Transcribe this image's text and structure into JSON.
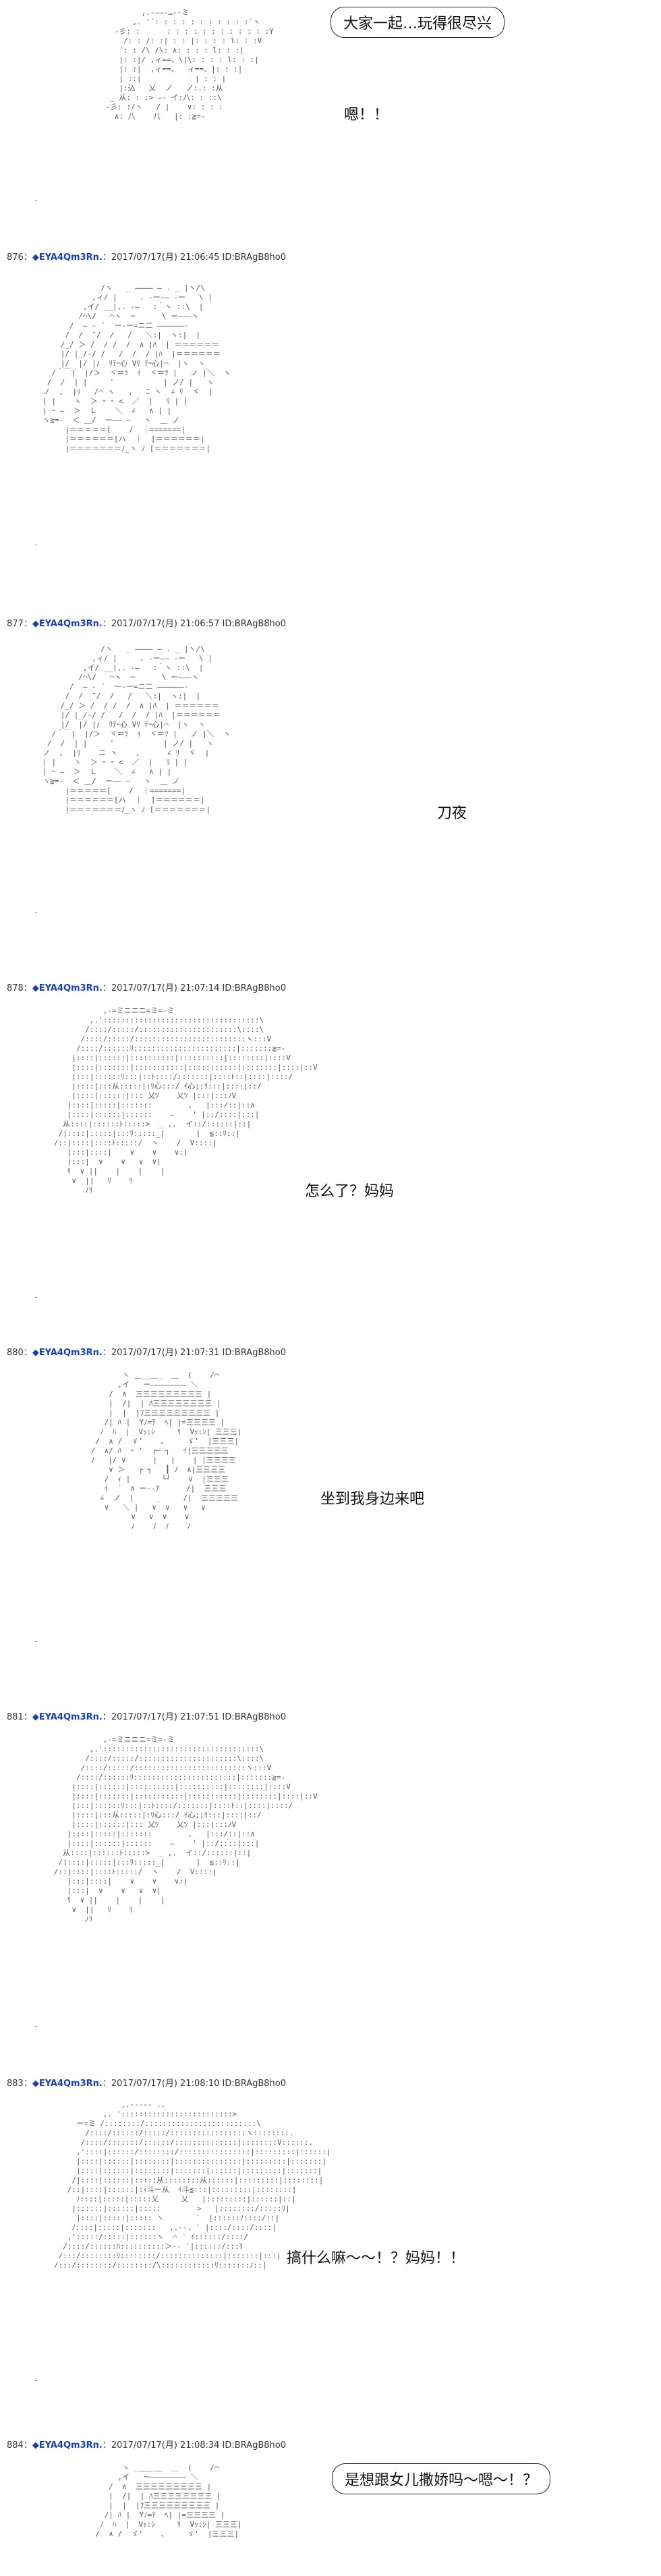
{
  "posts": [
    {
      "header": null,
      "text": "嗯！！",
      "bubble": "大家一起…玩得很尽兴",
      "art": "            ,.-――‐…‐-ミ\n          ,. '´: : : : : : : : : : :`ヽ\n      -彡: :      : : : : : : : : : : : :Y\n        /: : /: :| : : |: : : : l: : :V\n       ': : /\\ /\\: ∧: : : : l: : :|\n       |: :|/ ,ィ==、\\|\\: : : : l: : :|\n       |: :|  ,ィ==、  ィ==、|: : :|\n       | ::|            | : : |\n       |:込   乂  ノ   ノ:.: :从\n     _ 从: : :> ―‐ イ:八: : ::\\\n    -彡: :/ヽ   / |    ∨: : : :\n      ∧: 八    八   |: :≧=-"
    },
    {
      "header": {
        "num": "876：",
        "name": "◆EYA4Qm3Rn.",
        "meta": "：2017/07/17(月) 21:06:45 ID:BRAgB8ho0"
      },
      "text": "",
      "bubble": "",
      "art": "               /ヽ   _ ―――― ― . _ |ヽ/\\\n             ,ィ/ |     . -ー―― -ー   \\ |\n           ,イ/ __|,. -―   :｀ヽ ::\\  |\n          /⌒\\/   ⌒ヽ  ─      \\ ー―――ヽ\n        /  ― - ´  ー-ー=ニ二 ――――――‐\n       /  /  ̄ /  /   /   ＼:|  ヽ:|  |\n      /_/ ＞ /  / /  /  ∧ |ﾊ  | ＝＝＝＝＝＝\n      |/ |_/-/ /   /  /  / |ﾊ  |＝＝＝＝＝＝\n      |/  |/ |ﾉ  ﾘﾃｰ心 Vﾘ ﾃｰ心|⌒  |ヽ  ヽ\n    /＾￣|  |/＞  ヾ＝ﾂ  ｲ  ヾ＝ﾂ |   ノ |＼  ヽ\n   /  /  | |     '           | ノ/ |   ヽ\n  ノ  ,  |ﾘ   /⌒ ヽ   ,   ﾆ ヽ  ∠ ﾘ  ヾ  |\n  | |    ヽ  ＞ ｰ ｰ <  ／  |   ﾘ | |\n  | ｰ ―  ＞  Ｌ    ＼  ∠   ∧ | |\n  ヽ≧=‐  ＜ ＿/  ー―― ―   ヽ  ＿ ノ\n       |＝＝＝＝＝[    /  ｜=======|\n       |＝＝＝＝＝＝[ハ  ｜  [＝＝＝＝＝＝|\n       |＝＝＝＝＝＝＝ﾉ_ヽ ﾉ [＝＝＝＝＝＝＝|"
    },
    {
      "header": {
        "num": "877：",
        "name": "◆EYA4Qm3Rn.",
        "meta": "：2017/07/17(月) 21:06:57 ID:BRAgB8ho0"
      },
      "text": "刀夜",
      "bubble": "",
      "art": "               /ヽ   _ ―――― ― . _ |ヽ/\\\n             ,ィ/ |     . -ー―― -ー   \\ |\n           ,イ/ __|,. -―   :｀ヽ ::\\  |\n          /⌒\\/   ⌒ヽ  ─      \\ ー―――ヽ\n        /  ― - ´  ー-ー=ニ二 ――――――‐\n       /  /  ̄ /  /   /   ＼:|  ヽ:|  |\n      /_/ ＞ /  / /  /  ∧ |ﾊ  | ＝＝＝＝＝＝\n      |/ |_/-/ /   /  /  / |ﾊ  |＝＝＝＝＝＝\n      |/  |/ |ﾉ  ﾘﾃｰ心 Vﾘ ﾃｰ心|⌒  |ヽ  ヽ\n    /＾￣|  |/＞  ヾ＝ﾂ  ｲ  ヾ＝ﾂ |   ノ |＼  ヽ\n   /  /  | |     '           | ノ/ |   ヽ\n  ノ  ,  |ﾘ    ニ ヽ    ,      ∠ ﾘ  ヾ  |\n  | |    ヽ  ＞ ｰ ｰ <  ／  |   ﾘ | |\n  | ｰ ―  ＞  Ｌ    ＼  ∠   ∧ | |\n  ヽ≧=‐  ＜ ＿/  ー―― ―   ヽ  ＿ ノ\n       |＝＝＝＝＝[    /  ｜=======|\n       |＝＝＝＝＝＝[ハ  ｜  [＝＝＝＝＝＝|\n       |＝＝＝＝＝＝＝ﾉ_ヽ ﾉ [＝＝＝＝＝＝＝|"
    },
    {
      "header": {
        "num": "878：",
        "name": "◆EYA4Qm3Rn.",
        "meta": "：2017/07/17(月) 21:07:14 ID:BRAgB8ho0"
      },
      "text": "怎么了？妈妈",
      "bubble": "",
      "art": "              ,-=ミニニニ=ミ=-ミ\n           ,.':::::::::::::::::::::::::::::::::::\\\n          /::::/:::::/::::::::::::::::::::::\\::::\\\n         /::::/:::::/:::::::::::::::::::::::::ヽ:::V\n        /::::/::::::ﾘ:::::::::::::::::::::::|:::::::≧=-\n       |::::|::::::|::::::::::|::::::::::|::::::::|::::V\n       |::::|:::::::|:::::::::::|:::::::::::|::::::::|::::|::V\n       |:::|::::::ﾘ:::|::ﾄ::::/:::::::|::::ﾄ::|::::|::::/\n       |::::|:::从:::::|:ﾘ心:::/ ｲ心;;ﾘ:::|::::|::/\n       |::::|::::::|::: 乂ﾂ    乂ﾂ |:::|:::ﾉV\n      |::::|:::::|:::::::        ,   |:::/::|::∧\n      |::::|::::::|::::::    ―    ' |::/::::|:::|\n     从::::|::::::ﾄ:::::>  _ ,.  イ::/::::::|::|\n    /|::::|:::::|:::ﾘ:::::_|       |  ≦::ﾘ::|\n   /::|::::|::::ﾄ:::::/  ヽ    /  V::::|\n      |:::|::::|    ∨    ∨    ∨:|\n      |:::|  ∨    ∨   ∨  ∨|\n      ﾘ  ∨ ||    |    |    |\n       ∨  ||   ﾘ    ﾘ\n          ﾉﾘ"
    },
    {
      "header": {
        "num": "880：",
        "name": "◆EYA4Qm3Rn.",
        "meta": "：2017/07/17(月) 21:07:31 ID:BRAgB8ho0"
      },
      "text": "坐到我身边来吧",
      "bubble": "",
      "art": "             ヽ ＿__＿_  ＿  (    /⌒\n            ,イ   ー―――――――― ＼\n          /  ∧  三三三三三三三三三 |\n          |  /|  | ﾊ三三三三三三三三 |\n          |  |  |ﾌ三三三三三三三三三 |\n         /| ﾊ |  Yﾉ=ﾃ  ﾍ| |=三三三三 |\n        ﾉ  ﾊ  |  Vｯ:ｼ     ﾘ  Vｯ:ｼ| 三三三|\n       /  ∧ /  ゞ'    ､     ゞ'  |三三三|\n      /  ∧/ ﾊ  ｰ '  ┌─ ┐   ｲ|三三三三三\n      ﾉ   |/ ∨      |   |    | |三三三三\n          ∨ ＞   ┌ ┐   ┃ ﾉ  ∧|三三三三\n         /  ｨ |       └┘    ∨  |三三三\n         ｲ  ´  ∧ ー‐‐ｱ      /|  三三三\n        ∠  ノ  |     _     /|  三三三三三\n         ∨   ＼ |   ∨  ∨   ∨   ∨\n               ∨   ∨  ∨    ∨\n               ﾉ    ﾉ  ﾉ    ﾉ"
    },
    {
      "header": {
        "num": "881：",
        "name": "◆EYA4Qm3Rn.",
        "meta": "：2017/07/17(月) 21:07:51 ID:BRAgB8ho0"
      },
      "text": "",
      "bubble": "",
      "art": "              ,-=ミニニニ=ミ=-ミ\n           ,.':::::::::::::::::::::::::::::::::::\\\n          /::::/:::::/::::::::::::::::::::::\\::::\\\n         /::::/:::::/:::::::::::::::::::::::::ヽ:::V\n        /::::/::::::ﾘ:::::::::::::::::::::::|:::::::≧=-\n       |::::|::::::|::::::::::|::::::::::|::::::::|::::V\n       |::::|:::::::|:::::::::::|:::::::::::|::::::::|::::|::V\n       |:::|::::::ﾘ:::|::ﾄ::::/:::::::|::::ﾄ::|::::|::::/\n       |::::|:::从:::::|:ﾘ心:::/ ｲ心;;ﾘ:::|::::|::/\n       |::::|::::::|::: 乂ﾂ    乂ﾂ |:::|:::ﾉV\n      |::::|:::::|:::::::        ,   |:::/::|::∧\n      |::::|::::::|::::::    ―    ' |::/::::|:::|\n     从::::|::::::ﾄ:::::>  _ ,.  イ::/::::::|::|\n    /|::::|:::::|:::ﾘ:::::_|       |  ≦::ﾘ::|\n   /::|::::|::::ﾄ:::::/  ヽ    /  V::::|\n      |:::|::::|    ∨    ∨    ∨:|\n      |:::|  ∨    ∨   ∨  ∨|\n      ﾘ  ∨ ||    |    |    |\n       ∨  ||   ﾘ    ﾘ\n          ﾉﾘ"
    },
    {
      "header": {
        "num": "883：",
        "name": "◆EYA4Qm3Rn.",
        "meta": "：2017/07/17(月) 21:08:10 ID:BRAgB8ho0"
      },
      "text": "搞什么嘛～～！？妈妈！！",
      "bubble": "",
      "art": "                  ,.--‐‐- ..\n              ,. ':::::::::::::::::::::::::>\n        ー=ミ /::::::::/:::::::::::::::::::::::::\\\n          /::::/::::::/:::::/:::::::::::::::::ヽ::::::::.\n         /::::/:::::::/::::::/::::::::::::::|::::::::V::::::.\n        ,'::::|::::::/::::::::/::::::::::::::::|:::::::::|::::::|\n        |::::|::::::|::::::::|:::::::::::::::|:::::::::|:::::::|\n        |::::|::::::|::::::::|:::::::|::::::|:::::::::|:::::::|\n       /|::::|::::::|:::::从::::::::从::::::|:::::::::|::::::::|\n      /::|::::|::::::|:ｨ斗ー从  ｲ斗≦:::|:::::::::|::::::::|\n        ﾉ::::|:::::|:::::乂     乂   |:::::::::|::::::|::|\n       |::::::|::::::|:::::        >   |::::::::/:::::ﾘ|\n        |::::|:::::|::::: ヽ       ′  |::::::ﾉ::::/::|\n       ﾉ::::|:::::|:::::::   ,.--. ′ |::::/::::/::::|\n      ,':::::/:::::|::::::ヽ  ⌒ ′ ｲ::::::/::::/\n     /::::/::::::ﾊ::::::::::＞-- ′|::::::/:::ﾘ\n    /:::/::::::::ﾘ::::::::/::::::::::::::|:::::::|:::|\n   /:::/::::::::/::::::::/\\::::::::::::ﾘ:::::::ﾉ::|"
    },
    {
      "header": {
        "num": "884：",
        "name": "◆EYA4Qm3Rn.",
        "meta": "：2017/07/17(月) 21:08:34 ID:BRAgB8ho0"
      },
      "text": "",
      "bubble": "是想跟女儿撒娇吗～嗯～！？",
      "art": "             ヽ ＿__＿_  ＿  (    /⌒\n            ,イ   ー―――――――― ＼\n          /  ∧  三三三三三三三三三 |\n          |  /|  | ﾊ三三三三三三三三 |\n          |  |  |ﾌ三三三三三三三三三 |\n         /| ﾊ |  Yﾉ=ﾃ  ﾍ| |=三三三三 |\n        ﾉ  ﾊ  |  Vｯ:ｼ     ﾘ  Vｯ:ｼ| 三三三|\n       /  ∧ /  ゞ'    ､     ゞ'  |三三三|"
    }
  ]
}
